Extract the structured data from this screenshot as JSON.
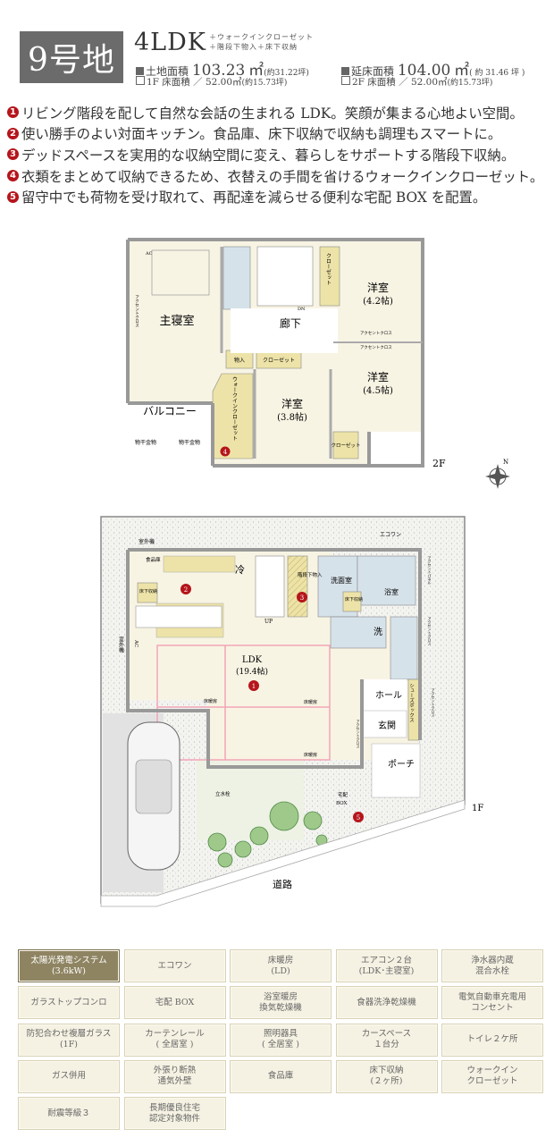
{
  "header": {
    "lot": "9号地",
    "layout": "4LDK",
    "notes": [
      "＋ウォークインクローゼット",
      "＋階段下物入＋床下収納"
    ],
    "land_area": {
      "label": "土地面積",
      "value": "103.23",
      "unit": "㎡",
      "tsubo": "(約31.22坪)"
    },
    "total_floor_area": {
      "label": "延床面積",
      "value": "104.00",
      "unit": "㎡",
      "tsubo": "( 約 31.46 坪 )"
    },
    "floor1": {
      "label": "1F 床面積 ／ 52.00㎡",
      "tsubo": "(約15.73坪)"
    },
    "floor2": {
      "label": "2F 床面積 ／ 52.00㎡",
      "tsubo": "(約15.73坪)"
    }
  },
  "features": [
    {
      "num": "1",
      "text": "リビング階段を配して自然な会話の生まれる LDK。笑顔が集まる心地よい空間。"
    },
    {
      "num": "2",
      "text": "使い勝手のよい対面キッチン。食品庫、床下収納で収納も調理もスマートに。"
    },
    {
      "num": "3",
      "text": "デッドスペースを実用的な収納空間に変え、暮らしをサポートする階段下収納。"
    },
    {
      "num": "4",
      "text": "衣類をまとめて収納できるため、衣替えの手間を省けるウォークインクローゼット。"
    },
    {
      "num": "5",
      "text": "留守中でも荷物を受け取れて、再配達を減らせる便利な宅配 BOX を配置。"
    }
  ],
  "plan2f": {
    "floor_label": "2F",
    "master": "主寝室",
    "hall": "廊下",
    "room42": "洋室",
    "room42s": "(4.2帖)",
    "room45": "洋室",
    "room45s": "(4.5帖)",
    "room38": "洋室",
    "room38s": "(3.8帖)",
    "balcony": "バルコニー",
    "dry1": "物干金物",
    "dry2": "物干金物",
    "wic": "ウォークインクローゼット",
    "storage": "物入",
    "closet1": "クローゼット",
    "closet2": "クローゼット",
    "closet3": "クローゼット",
    "ac": "AC",
    "accent1": "アクセントクロス",
    "accent2": "アクセントクロス",
    "accent3": "アクセントクロス",
    "dn": "DN",
    "marker": "4"
  },
  "plan1f": {
    "floor_label": "1F",
    "outdoor1": "室外機",
    "outdoor2": "室外機",
    "pantry": "食品庫",
    "fridge": "冷",
    "underfloor1": "床下収納",
    "underfloor2": "床下収納",
    "stair_storage": "階段下物入",
    "up": "UP",
    "washroom": "洗面室",
    "bath": "浴室",
    "washer": "洗",
    "ac": "AC",
    "ldk": "LDK",
    "ldk_size": "(19.4帖)",
    "floorheat1": "床暖房",
    "floorheat2": "床暖房",
    "floorheat3": "床暖房",
    "hall": "ホール",
    "entrance": "玄関",
    "shoebox": "シューズボックス",
    "porch": "ポーチ",
    "faucet": "立水栓",
    "delivery": "宅配",
    "delivery2": "BOX",
    "road": "道路",
    "ecoone": "エコワン",
    "accent_panel": "アクセントパネル",
    "accent1": "アクセントクロス",
    "accent2": "アクセントクロス",
    "accent3": "アクセントクロス",
    "markers": [
      "1",
      "2",
      "3",
      "5"
    ]
  },
  "compass": {
    "label": "N"
  },
  "equipment": [
    {
      "text": "太陽光発電システム\n(3.6kW)",
      "highlight": true
    },
    {
      "text": "エコワン"
    },
    {
      "text": "床暖房\n(LD)"
    },
    {
      "text": "エアコン２台\n(LDK･主寝室)"
    },
    {
      "text": "浄水器内蔵\n混合水栓"
    },
    {
      "text": "ガラストップコンロ"
    },
    {
      "text": "宅配 BOX"
    },
    {
      "text": "浴室暖房\n換気乾燥機"
    },
    {
      "text": "食器洗浄乾燥機"
    },
    {
      "text": "電気自動車充電用\nコンセント"
    },
    {
      "text": "防犯合わせ複層ガラス\n(1F)"
    },
    {
      "text": "カーテンレール\n( 全居室 )"
    },
    {
      "text": "照明器具\n( 全居室 )"
    },
    {
      "text": "カースペース\n１台分"
    },
    {
      "text": "トイレ２ケ所"
    },
    {
      "text": "ガス併用"
    },
    {
      "text": "外張り断熱\n通気外壁"
    },
    {
      "text": "食品庫"
    },
    {
      "text": "床下収納\n(２ヶ所)"
    },
    {
      "text": "ウォークイン\nクローゼット"
    },
    {
      "text": "耐震等級３"
    },
    {
      "text": "長期優良住宅\n認定対象物件"
    }
  ],
  "colors": {
    "accent": "#b5151b",
    "highlight": "#8f8462",
    "cell": "#f5f2e3",
    "storage": "#ede3a8",
    "wet": "#d6e2ea",
    "room": "#f8f4e4"
  }
}
